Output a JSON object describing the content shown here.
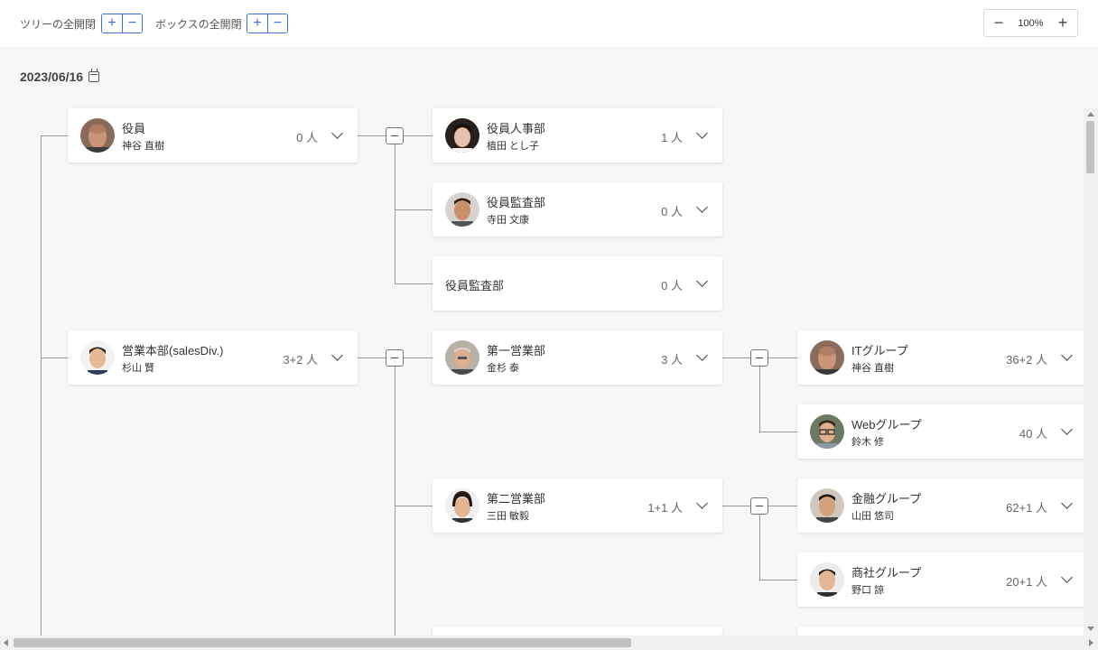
{
  "toolbar": {
    "tree_label": "ツリーの全開閉",
    "box_label": "ボックスの全開閉",
    "expand_symbol": "+",
    "collapse_symbol": "−",
    "zoom_value": "100%",
    "zoom_out_symbol": "−",
    "zoom_in_symbol": "+"
  },
  "date": "2023/06/16",
  "cards": [
    {
      "title": "役員",
      "name": "神谷 直樹",
      "count": "0 人",
      "avatar": "man-bald"
    },
    {
      "title": "役員人事部",
      "name": "植田 とし子",
      "count": "1 人",
      "avatar": "woman-dark-hair"
    },
    {
      "title": "役員監査部",
      "name": "寺田 文康",
      "count": "0 人",
      "avatar": "man-smiling"
    },
    {
      "title": "役員監査部",
      "name": "",
      "count": "0 人",
      "avatar": ""
    },
    {
      "title": "営業本部(salesDiv.)",
      "name": "杉山 賢",
      "count": "3+2 人",
      "avatar": "man-young"
    },
    {
      "title": "第一営業部",
      "name": "金杉 泰",
      "count": "3 人",
      "avatar": "man-elderly"
    },
    {
      "title": "ITグループ",
      "name": "神谷 直樹",
      "count": "36+2 人",
      "avatar": "man-bald"
    },
    {
      "title": "Webグループ",
      "name": "鈴木 修",
      "count": "40 人",
      "avatar": "man-glasses"
    },
    {
      "title": "第二営業部",
      "name": "三田 敏毅",
      "count": "1+1 人",
      "avatar": "man-long-hair"
    },
    {
      "title": "金融グループ",
      "name": "山田 悠司",
      "count": "62+1 人",
      "avatar": "man-smiling"
    },
    {
      "title": "商社グループ",
      "name": "野口 諒",
      "count": "20+1 人",
      "avatar": "man-young"
    }
  ],
  "colors": {
    "accent": "#3b6fd4",
    "connector": "#999999",
    "card_bg": "#ffffff",
    "canvas_bg": "#f7f7f8"
  }
}
